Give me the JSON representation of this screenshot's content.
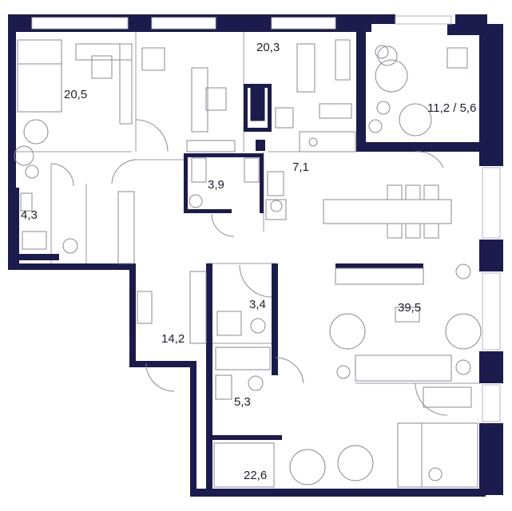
{
  "colors": {
    "wall": "#1b1b4d",
    "background": "#ffffff",
    "furniture_line": "#8a8a96"
  },
  "rooms": [
    {
      "id": "bedroom_1",
      "area": "20,5"
    },
    {
      "id": "study",
      "area": "20,3"
    },
    {
      "id": "terrace",
      "area": "11,2 / 5,6"
    },
    {
      "id": "bathroom_1",
      "area": "4,3"
    },
    {
      "id": "laundry",
      "area": "3,9"
    },
    {
      "id": "kitchen",
      "area": "7,1"
    },
    {
      "id": "living",
      "area": "39,5"
    },
    {
      "id": "bathroom_2",
      "area": "3,4"
    },
    {
      "id": "hall",
      "area": "14,2"
    },
    {
      "id": "bathroom_3",
      "area": "5,3"
    },
    {
      "id": "bedroom_2",
      "area": "22,6"
    }
  ]
}
